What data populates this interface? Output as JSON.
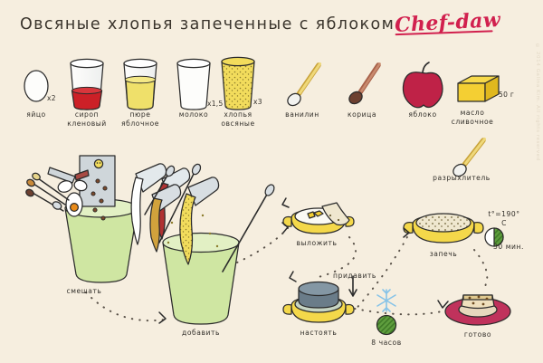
{
  "poster": {
    "title": "Овсяные хлопья запеченные с яблоком",
    "logo": "Chef-daw",
    "watermark": "© 2014 Galina Kim. All rights reserved",
    "background_color": "#f6eedf",
    "ink_color": "#2b2b2b",
    "accent_color": "#d1204e"
  },
  "ingredients": [
    {
      "id": "egg",
      "label": "яйцо",
      "amount": "x2",
      "icon": "egg-icon",
      "color": "#ffffff"
    },
    {
      "id": "syrup",
      "label": "сироп\nкленовый",
      "amount": "",
      "icon": "glass-icon",
      "color": "#cc2027"
    },
    {
      "id": "puree",
      "label": "пюре\nяблочное",
      "amount": "",
      "icon": "glass-icon",
      "color": "#efe06a"
    },
    {
      "id": "milk",
      "label": "молоко",
      "amount": "x1,5",
      "icon": "glass-icon",
      "color": "#fdfdfb"
    },
    {
      "id": "oats",
      "label": "хлопья\nовсяные",
      "amount": "x3",
      "icon": "glass-icon",
      "color": "#f2dc5c"
    },
    {
      "id": "vanillin",
      "label": "ванилин",
      "amount": "",
      "icon": "spoon-icon",
      "color": "#f0d96a"
    },
    {
      "id": "cinnamon",
      "label": "корица",
      "amount": "",
      "icon": "spoon-icon",
      "color": "#9b5a43"
    },
    {
      "id": "apple",
      "label": "яблоко",
      "amount": "",
      "icon": "apple-icon",
      "color": "#bf2247"
    },
    {
      "id": "butter",
      "label": "масло\nсливочное",
      "amount": "50 г",
      "icon": "butter-block-icon",
      "color": "#f4cf33"
    },
    {
      "id": "bakingpowder",
      "label": "разрыхлитель",
      "amount": "",
      "icon": "spoon-icon",
      "color": "#f0d96a"
    }
  ],
  "steps": [
    {
      "id": "mix",
      "label": "смешать",
      "note": ""
    },
    {
      "id": "add",
      "label": "добавить",
      "note": ""
    },
    {
      "id": "spread",
      "label": "выложить",
      "note": ""
    },
    {
      "id": "press",
      "label": "придавить",
      "note": ""
    },
    {
      "id": "bake",
      "label": "запечь",
      "note": ""
    },
    {
      "id": "rest",
      "label": "настоять",
      "note": ""
    },
    {
      "id": "done",
      "label": "готово",
      "note": ""
    }
  ],
  "params": {
    "temperature": "t°=190° C",
    "bake_time": "30 мин.",
    "rest_time": "8 часов"
  }
}
